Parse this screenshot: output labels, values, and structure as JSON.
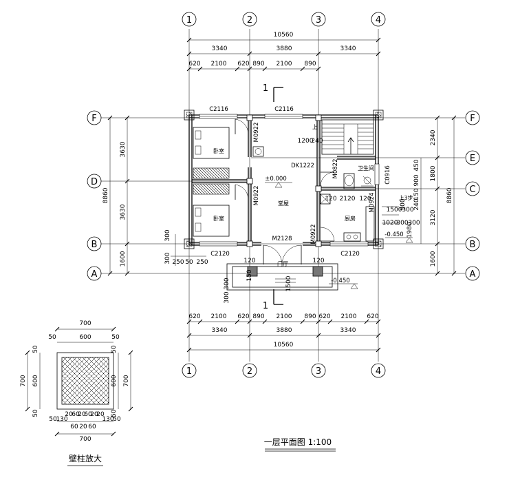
{
  "axes": {
    "vertical": [
      "1",
      "2",
      "3",
      "4"
    ],
    "horizontal": [
      "F",
      "E",
      "D",
      "C",
      "B",
      "A"
    ]
  },
  "dims": {
    "top_total": "10560",
    "top_mid": [
      "3340",
      "3880",
      "3340"
    ],
    "top_detail": [
      "620",
      "2100",
      "620",
      "890",
      "2100",
      "890"
    ],
    "bottom_detail": [
      "620",
      "2100",
      "620",
      "890",
      "2100",
      "890",
      "620",
      "2100",
      "620"
    ],
    "bottom_mid": [
      "3340",
      "3880",
      "3340"
    ],
    "bottom_total": "10560",
    "left_outer": "8860",
    "left_inner": [
      "3630",
      "3630",
      "1600"
    ],
    "left_small": [
      "300",
      "300",
      "250",
      "50",
      "250"
    ],
    "right_outer": "8860",
    "right_mid": [
      "2340",
      "1800",
      "3120",
      "1600"
    ],
    "right_small": [
      "450",
      "900",
      "150",
      "240",
      "900",
      "1980"
    ],
    "inner": [
      "1200",
      "240",
      "120",
      "2120",
      "120",
      "1500",
      "300",
      "1020",
      "300",
      "300",
      "150",
      "1500",
      "300",
      "300",
      "120",
      "120"
    ]
  },
  "rooms": {
    "bedroom_top": "卧室",
    "bedroom_bottom": "卧室",
    "living": "堂屋",
    "bath": "卫生间",
    "kitchen": "厨房",
    "entry": "门厅",
    "up_top": "上",
    "up_side": "上3步"
  },
  "codes": {
    "window_top_left": "C2116",
    "window_top_mid": "C2116",
    "window_bottom_left": "C2120",
    "window_bottom_right": "C2120",
    "window_right": "C0916",
    "door_bed_top": "M0922",
    "door_bed_bottom": "M0922",
    "door_bath": "M0822",
    "door_kitchen_top": "M0924",
    "door_kitchen": "M0922",
    "door_main": "M2128",
    "opening": "DK1222"
  },
  "levels": {
    "floor": "±0.000",
    "kitchen": "-0.450",
    "outside": "-0.450"
  },
  "section": {
    "mark": "1",
    "mark_bottom": "1"
  },
  "detail": {
    "title": "壁柱放大",
    "top_outer": "700",
    "top_inner": "600",
    "top_side": [
      "50",
      "50"
    ],
    "bottom_outer": "700",
    "bottom_row1": [
      "50",
      "130",
      "20",
      "60",
      "20",
      "60",
      "20",
      "20",
      "130",
      "50"
    ],
    "bottom_row2": [
      "60",
      "20",
      "60"
    ],
    "left_outer": "700",
    "left_inner": "600",
    "left_side": [
      "50",
      "50"
    ],
    "right_outer": "700",
    "right_inner": "600",
    "right_side": [
      "50",
      "50"
    ]
  },
  "title": {
    "main": "一层平面图 1:100"
  }
}
